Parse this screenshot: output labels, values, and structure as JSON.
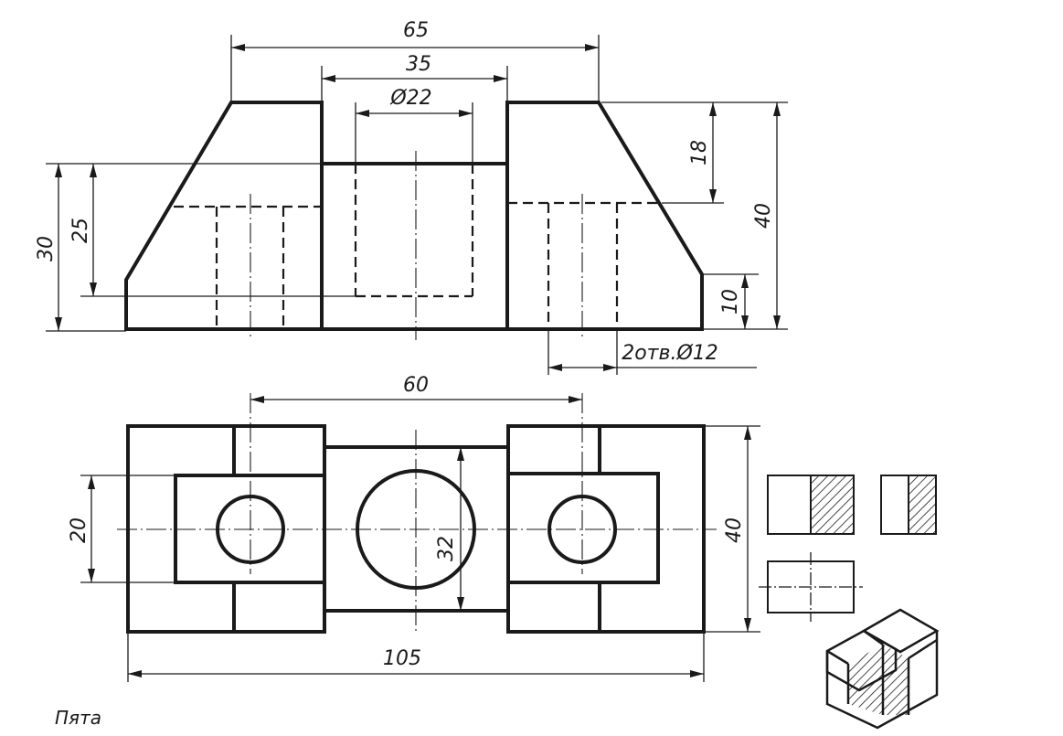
{
  "dimensions": {
    "top_width": "65",
    "middle_width": "35",
    "hole_diameter": "Ø22",
    "height_18": "18",
    "height_40_front": "40",
    "height_30": "30",
    "height_25": "25",
    "height_10": "10",
    "holes_note": "2отв.Ø12",
    "hole_spacing": "60",
    "width_20": "20",
    "diameter_32": "32",
    "depth_40_top": "40",
    "total_length": "105"
  },
  "caption": "Пята"
}
